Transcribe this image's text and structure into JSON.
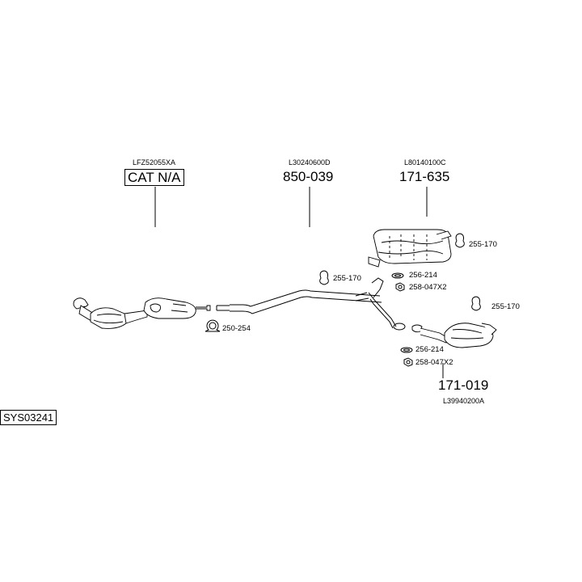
{
  "system_code": "SYS03241",
  "parts": [
    {
      "ref": "LFZ52055XA",
      "number": "CAT N/A"
    },
    {
      "ref": "L30240600D",
      "number": "850-039"
    },
    {
      "ref": "L80140100C",
      "number": "171-635"
    },
    {
      "ref": "L39940200A",
      "number": "171-019"
    }
  ],
  "accessories": [
    "255-170",
    "256-214",
    "258-047X2",
    "255-170",
    "250-254",
    "255-170",
    "256-214",
    "258-047X2"
  ]
}
